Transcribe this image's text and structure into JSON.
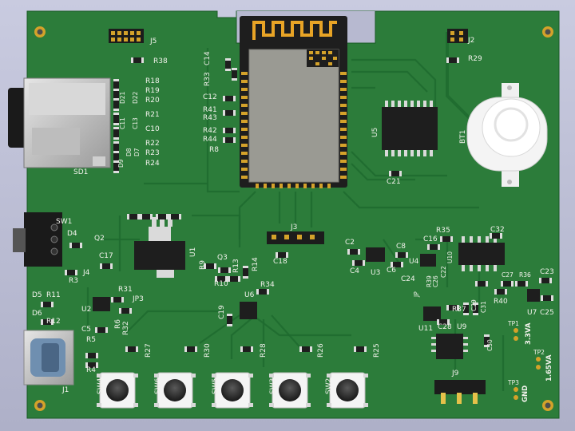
{
  "board": {
    "colors": {
      "background": "#b7b9d0",
      "soldermask": "#2c7c3a",
      "copper_trace": "#1f6b2f",
      "silkscreen": "#f2f2ec",
      "gold": "#d4a22a",
      "ic_body": "#1e1e1e",
      "module_shield": "#9a9a93"
    }
  },
  "labels": {
    "J5": "J5",
    "R38": "R38",
    "J2": "J2",
    "R29": "R29",
    "R18": "R18",
    "R19": "R19",
    "R20": "R20",
    "R21": "R21",
    "C10": "C10",
    "R22": "R22",
    "R23": "R23",
    "R24": "R24",
    "D21": "D21",
    "D22": "D22",
    "C11": "C11",
    "C13": "C13",
    "D9": "D9",
    "D8": "D8",
    "D7": "D7",
    "SD1": "SD1",
    "R33": "R33",
    "C14": "C14",
    "C12": "C12",
    "R41": "R41",
    "R43": "R43",
    "R42": "R42",
    "R44": "R44",
    "R8": "R8",
    "U5": "U5",
    "C21": "C21",
    "BT1": "BT1",
    "SW1": "SW1",
    "D4": "D4",
    "Q2": "Q2",
    "C17": "C17",
    "R3": "R3",
    "J4": "J4",
    "R31": "R31",
    "U2": "U2",
    "R6": "R6",
    "R32": "R32",
    "JP3": "JP3",
    "U1": "U1",
    "R9": "R9",
    "Q3": "Q3",
    "R10": "R10",
    "R13": "R13",
    "R14": "R14",
    "J3": "J3",
    "C18": "C18",
    "R34": "R34",
    "U6": "U6",
    "C19": "C19",
    "C2": "C2",
    "C4": "C4",
    "U3": "U3",
    "C8": "C8",
    "C6": "C6",
    "U4": "U4",
    "C24": "C24",
    "R35": "R35",
    "C16": "C16",
    "C32": "C32",
    "U10": "U10",
    "C22": "C22",
    "C26": "C26",
    "R39": "R39",
    "JP": "JP",
    "C27": "C27",
    "R36": "R36",
    "C23": "C23",
    "R40": "R40",
    "C29": "C29",
    "C31": "C31",
    "R37": "R37",
    "U7": "U7",
    "C25": "C25",
    "U11": "U11",
    "C28": "C28",
    "U9": "U9",
    "C30": "C30",
    "D5": "D5",
    "R11": "R11",
    "D6": "D6",
    "R12": "R12",
    "J1": "J1",
    "C5": "C5",
    "R5": "R5",
    "R4": "R4",
    "R27": "R27",
    "R30": "R30",
    "R28": "R28",
    "R26": "R26",
    "R25": "R25",
    "SW4": "SW4",
    "SW6": "SW6",
    "SW5": "SW5",
    "SW3": "SW3",
    "SW2": "SW2",
    "J9": "J9",
    "TP1": "TP1",
    "TP1_text": "3.3VA",
    "TP2": "TP2",
    "TP2_text": "1.65VA",
    "TP3": "TP3",
    "TP3_text": "GND"
  }
}
